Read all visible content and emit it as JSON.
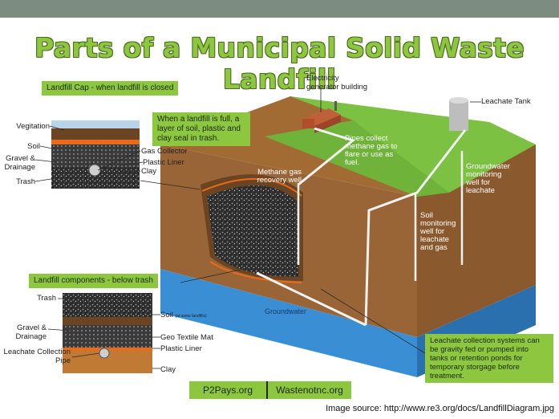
{
  "title": "Parts of a Municipal Solid Waste Landfill",
  "cap_label": "Landfill Cap - when landfill is closed",
  "cap_note": "When a landfill is full, a layer of soil, plastic and clay seal in trash.",
  "cap_layers": {
    "vegetation": "Vegitation",
    "soil": "Soil",
    "gravel": "Gravel & Drainage",
    "trash": "Trash",
    "gas_collector": "Gas Collector",
    "plastic_liner": "Plastic Liner",
    "clay": "Clay"
  },
  "components_label": "Landfill components - below trash",
  "components": {
    "trash": "Trash",
    "soil": "Soil",
    "soil_note": "(at some landfills)",
    "gravel": "Gravel & Drainage",
    "geo_textile": "Geo Textile Mat",
    "leachate_pipe": "Leachate Collection Pipe",
    "plastic_liner": "Plastic Liner",
    "clay": "Clay"
  },
  "main_labels": {
    "generator": "Electricity generator building",
    "leachate_tank": "Leachate Tank",
    "pipes": "Pipes collect methane gas to flare or use as fuel.",
    "methane_well": "Methane gas recovery well",
    "gw_well": "Groundwater monitoring well for leachate",
    "soil_well": "Soil monitoring well for leachate and gas",
    "groundwater": "Groundwater"
  },
  "leachate_note": "Leachate collection systems can be gravity fed or pumped into tanks or retention ponds for temporary storgage before treatment.",
  "footer": {
    "left": "P2Pays.org",
    "right": "Wastenotnc.org"
  },
  "source": "Image source: http://www.re3.org/docs/LandfillDiagram.jpg"
}
